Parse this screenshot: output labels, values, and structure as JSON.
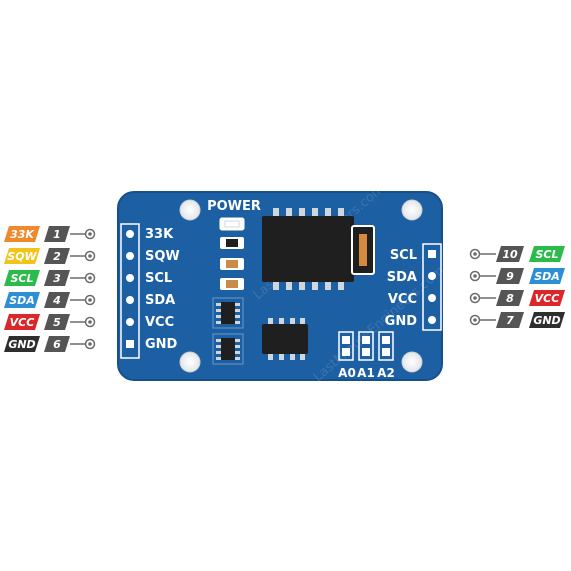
{
  "board": {
    "power_label": "POWER",
    "left_header": [
      "33K",
      "SQW",
      "SCL",
      "SDA",
      "VCC",
      "GND"
    ],
    "right_header": [
      "SCL",
      "SDA",
      "VCC",
      "GND"
    ],
    "address_pads": [
      "A0",
      "A1",
      "A2"
    ],
    "watermark": "LastMinuteEngineers.com",
    "colors": {
      "pcb": "#1d5fa3",
      "pcb_edge": "#164f8b"
    }
  },
  "left_pins": [
    {
      "number": "1",
      "name": "33K",
      "color": "#f0892b"
    },
    {
      "number": "2",
      "name": "SQW",
      "color": "#f2c318"
    },
    {
      "number": "3",
      "name": "SCL",
      "color": "#2bbb4b"
    },
    {
      "number": "4",
      "name": "SDA",
      "color": "#2c8fd6"
    },
    {
      "number": "5",
      "name": "VCC",
      "color": "#d9272a"
    },
    {
      "number": "6",
      "name": "GND",
      "color": "#2e2e2e"
    }
  ],
  "right_pins": [
    {
      "number": "10",
      "name": "SCL",
      "color": "#2bbb4b"
    },
    {
      "number": "9",
      "name": "SDA",
      "color": "#2c8fd6"
    },
    {
      "number": "8",
      "name": "VCC",
      "color": "#d9272a"
    },
    {
      "number": "7",
      "name": "GND",
      "color": "#2e2e2e"
    }
  ],
  "colors": {
    "number_tag": "#555555",
    "wire": "#6b6b6b"
  }
}
